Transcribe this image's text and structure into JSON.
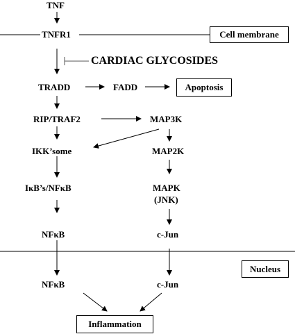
{
  "nodes": {
    "tnf": "TNF",
    "tnfr1": "TNFR1",
    "cardiac_glycosides": "CARDIAC GLYCOSIDES",
    "tradd": "TRADD",
    "fadd": "FADD",
    "apoptosis": "Apoptosis",
    "rip_traf2": "RIP/TRAF2",
    "map3k": "MAP3K",
    "ikk_some": "IKK’some",
    "map2k": "MAP2K",
    "ikb_nfkb": "IκB’s/NFκB",
    "mapk": "MAPK",
    "jnk": "(JNK)",
    "nfkb_cyto": "NFκB",
    "cjun_cyto": "c-Jun",
    "nfkb_nuc": "NFκB",
    "cjun_nuc": "c-Jun",
    "inflammation": "Inflammation"
  },
  "labels": {
    "cell_membrane": "Cell membrane",
    "nucleus": "Nucleus"
  },
  "colors": {
    "line": "#000000",
    "inhibitor_line": "#555555",
    "background": "#ffffff"
  }
}
